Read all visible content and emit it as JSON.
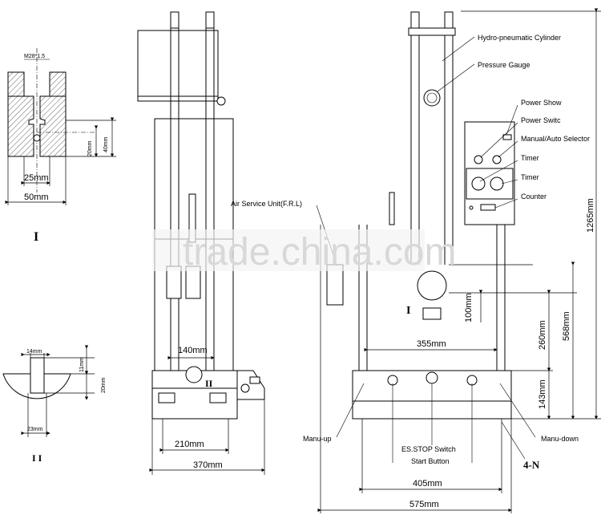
{
  "labels": {
    "hydro_cylinder": "Hydro-pneumatic Cylinder",
    "pressure_gauge": "Pressure Gauge",
    "power_show": "Power Show",
    "power_switch": "Power Switc",
    "manual_auto": "Manual/Auto Selector",
    "timer1": "Timer",
    "timer2": "Timer",
    "counter": "Counter",
    "air_service": "Air Service Unit(F.R.L)",
    "es_stop": "ES.STOP Switch",
    "start_button": "Start Button",
    "manu_up": "Manu-up",
    "manu_down": "Manu-down",
    "four_n": "4-N",
    "detail_I_mark": "I",
    "detail_II_label": "I I",
    "front_I_mark": "I",
    "side_II_mark": "II",
    "thread": "M28*1.5"
  },
  "dimensions": {
    "d25": "25mm",
    "d50": "50mm",
    "d20a": "20mm",
    "d40": "40mm",
    "d14": "14mm",
    "d11": "11mm",
    "d20b": "20mm",
    "d23": "23mm",
    "d140": "140mm",
    "d210": "210mm",
    "d370": "370mm",
    "d355": "355mm",
    "d405": "405mm",
    "d575": "575mm",
    "d100": "100mm",
    "d260": "260mm",
    "d143": "143mm",
    "d568": "568mm",
    "d1265": "1265mm"
  },
  "watermark": "trade.china.com",
  "colors": {
    "line": "#000000",
    "watermark": "#d8d8d8"
  }
}
